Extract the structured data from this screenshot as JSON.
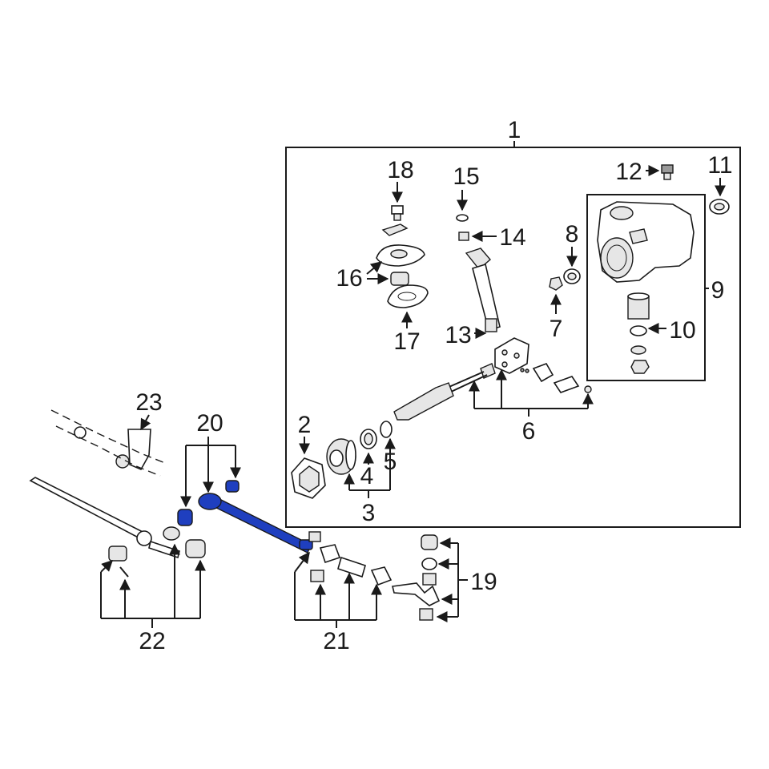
{
  "diagram": {
    "highlight_color": "#1f3fbf",
    "highlighted_part": "20",
    "callouts": {
      "c1": "1",
      "c2": "2",
      "c3": "3",
      "c4": "4",
      "c5": "5",
      "c6": "6",
      "c7": "7",
      "c8": "8",
      "c9": "9",
      "c10": "10",
      "c11": "11",
      "c12": "12",
      "c13": "13",
      "c14": "14",
      "c15": "15",
      "c16": "16",
      "c17": "17",
      "c18": "18",
      "c19": "19",
      "c20": "20",
      "c21": "21",
      "c22": "22",
      "c23": "23"
    }
  }
}
